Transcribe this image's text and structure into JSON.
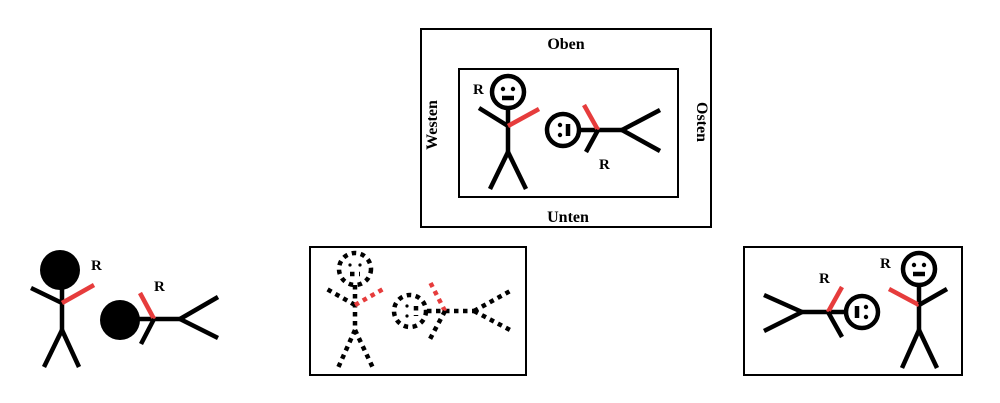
{
  "labels": {
    "top": "Oben",
    "bottom": "Unten",
    "left": "Westen",
    "right": "Osten",
    "marker": "R"
  },
  "colors": {
    "ink": "#000000",
    "marker": "#e63c3c",
    "background": "#ffffff"
  }
}
